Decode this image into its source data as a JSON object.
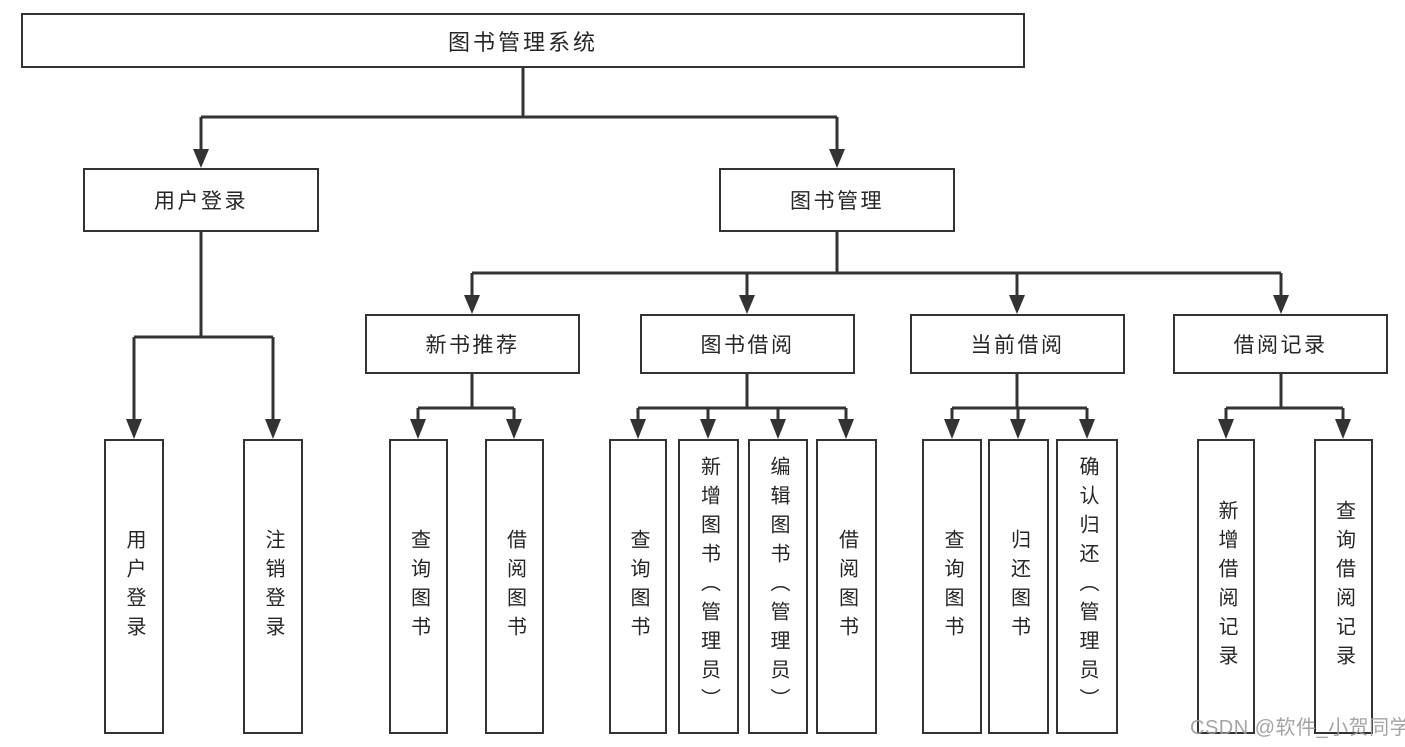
{
  "tree": {
    "label": "图书管理系统",
    "children": [
      {
        "label": "用户登录",
        "children": [
          {
            "label": "用户登录"
          },
          {
            "label": "注销登录"
          }
        ]
      },
      {
        "label": "图书管理",
        "children": [
          {
            "label": "新书推荐",
            "children": [
              {
                "label": "查询图书"
              },
              {
                "label": "借阅图书"
              }
            ]
          },
          {
            "label": "图书借阅",
            "children": [
              {
                "label": "查询图书"
              },
              {
                "label": "新增图书（管理员）"
              },
              {
                "label": "编辑图书（管理员）"
              },
              {
                "label": "借阅图书"
              }
            ]
          },
          {
            "label": "当前借阅",
            "children": [
              {
                "label": "查询图书"
              },
              {
                "label": "归还图书"
              },
              {
                "label": "确认归还（管理员）"
              }
            ]
          },
          {
            "label": "借阅记录",
            "children": [
              {
                "label": "新增借阅记录"
              },
              {
                "label": "查询借阅记录"
              }
            ]
          }
        ]
      }
    ]
  },
  "watermark": {
    "text": "CSDN @软件_小贺同学"
  },
  "colors": {
    "line": "#333333",
    "text": "#262626",
    "watermark": "#9c9c9c",
    "background": "#ffffff"
  }
}
